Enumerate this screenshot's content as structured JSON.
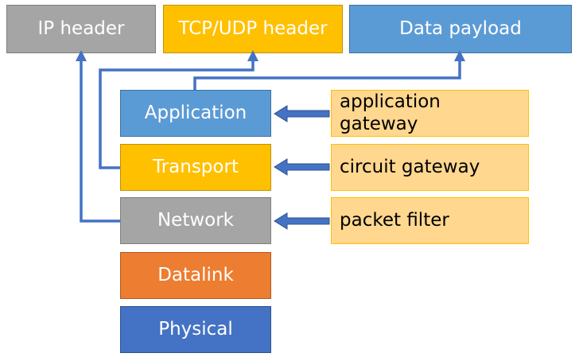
{
  "headers": {
    "ip": "IP header",
    "tcp_udp": "TCP/UDP header",
    "data": "Data payload"
  },
  "layers": {
    "application": "Application",
    "transport": "Transport",
    "network": "Network",
    "datalink": "Datalink",
    "physical": "Physical"
  },
  "gateways": {
    "application_line1": "application",
    "application_line2": "gateway",
    "circuit": "circuit gateway",
    "packet": "packet filter"
  },
  "colors": {
    "gray": "#a5a5a5",
    "amber": "#ffc000",
    "light_blue": "#5b9bd5",
    "orange": "#ed7d31",
    "dark_blue": "#4472c4",
    "gateway_fill": "#ffd78f",
    "connector": "#4472c4"
  }
}
